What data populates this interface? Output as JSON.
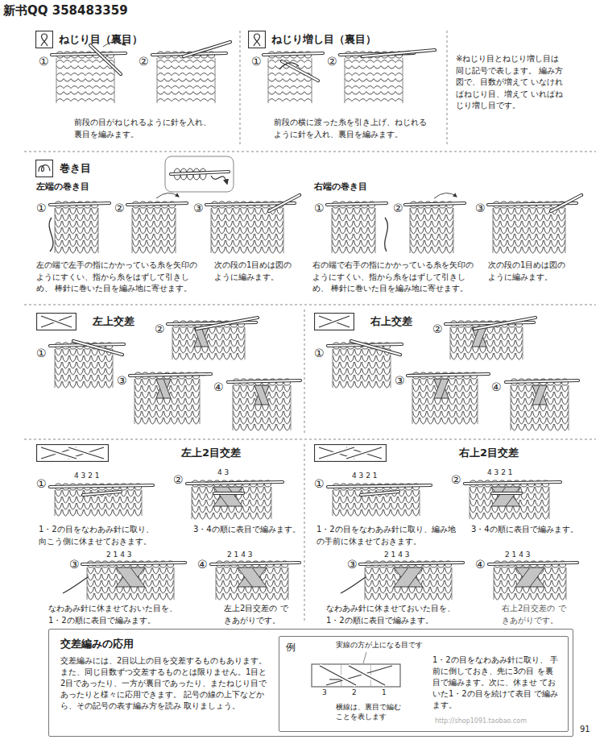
{
  "diagram": {
    "nodes": [
      {
        "text": [
          "ねじり目（裏目）"
        ]
      },
      {
        "text": [
          "ねじり増し目（裏目）"
        ]
      },
      {
        "text": [
          "巻き目"
        ]
      },
      {
        "text": [
          "左上交差"
        ]
      },
      {
        "text": [
          "右上交差"
        ]
      },
      {
        "text": [
          "左上2目交差"
        ]
      },
      {
        "text": [
          "右上2目交差"
        ]
      },
      {
        "text": [
          "交差編みの応用",
          "交差編みには、2目以上の目を交差するものもあります。 また、同じ目数ずつ交差するものとは限りません。1目と 2目であったり、一方が裏目であったり、またねじり目で あったりと様々に応用できます。 記号の線の上下などから、その記号の表す編み方を読み 取りましょう。"
        ]
      },
      {
        "text": [
          "例",
          "実線の方が上になる目です",
          "横線は、裏目で編む ことを表します",
          "1・2の目をなわあみ針に取り、 手前に倒しておき、先に3の目 を裏目で編みます。次に、休ませ ておいた1・2の目を続けて表目 で編みます。"
        ],
        "in": 7
      }
    ],
    "labels": [
      "新书QQ 358483359",
      "①",
      "②",
      "前段の目がねじれるように針を入れ、 裏目を編みます。",
      "①",
      "②",
      "前段の横に渡った糸を引き上げ、ねじれる ように針を入れ、裏目を編みます。",
      "※ねじり目とねじり増し目は 同じ記号で表します。 編み方図で、目数が増えて いなければねじり目、増えて いればねじり増し目です。",
      "左端の巻き目",
      "①",
      "②",
      "③",
      "左の端で左手の指にかかっている糸を矢印の ようにすくい、指から糸をはずして引きしめ、 棒針に巻いた目を編み地に寄せます。",
      "次の段の1目めは図の ように編みます。",
      "右端の巻き目",
      "①",
      "②",
      "③",
      "右の端で右手の指にかかっている糸を矢印の ようにすくい、指から糸をはずして引きしめ、 棒針に巻いた目を編み地に寄せます。",
      "次の段の1目めは図の ように編みます。",
      "①",
      "②",
      "③",
      "④",
      "①",
      "②",
      "③",
      "④",
      "①",
      "4 3 2 1",
      "②",
      "4 3",
      "1・2の目をなわあみ針に取り、 向こう側に休ませておきます。",
      "3・4の順に表目で編みます。",
      "③",
      "2 1 4 3",
      "④",
      "2 1 4 3",
      "なわあみ針に休ませておいた目を、 1・2の順に表目で編みます。",
      "左上2目交差の できあがりです。",
      "①",
      "4 3 2 1",
      "②",
      "4 3 2 1",
      "1・2の目をなわあみ針に取り、編み地 の手前に休ませておきます。",
      "3・4の順に表目で編みます。",
      "③",
      "2 1 4 3",
      "④",
      "2 1 4 3",
      "なわあみ針に休ませておいた目を、 1・2の順に表目で編みます。",
      "右上2目交差の できあがりです。",
      "3",
      "2",
      "1",
      "http://shop1091.taobao.com",
      "91"
    ]
  }
}
